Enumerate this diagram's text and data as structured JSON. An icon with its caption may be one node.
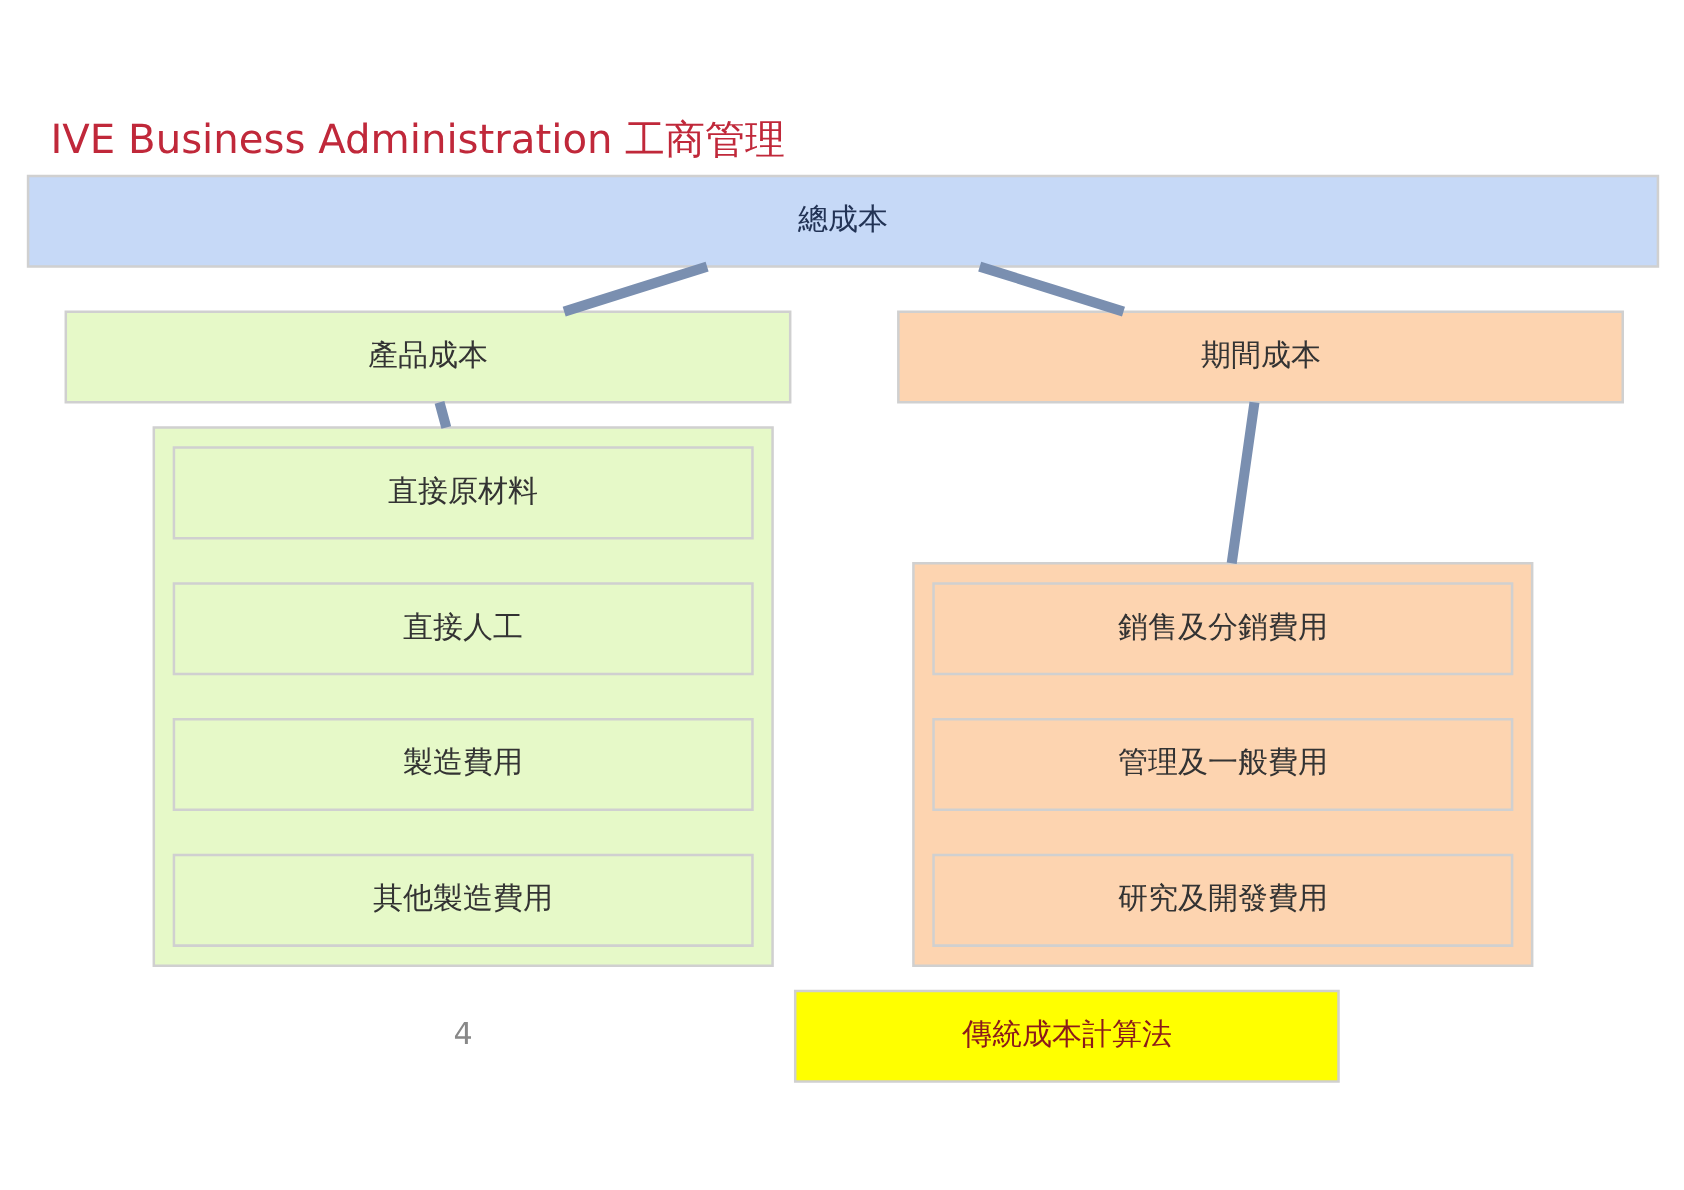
{
  "diagram": {
    "title": "IVE Business Administration 工商管理",
    "nodes": [
      {
        "text": [
          "總成本"
        ]
      },
      {
        "text": [
          "產品成本"
        ]
      },
      {
        "text": [
          "期間成本"
        ]
      },
      {
        "text": [],
        "shape": "box"
      },
      {
        "text": [
          "直接原材料"
        ],
        "in": 3
      },
      {
        "text": [
          "直接人工"
        ],
        "in": 3
      },
      {
        "text": [
          "製造費用"
        ],
        "in": 3
      },
      {
        "text": [
          "其他製造費用"
        ],
        "in": 3
      },
      {
        "text": [],
        "shape": "box"
      },
      {
        "text": [
          "銷售及分銷費用"
        ],
        "in": 8
      },
      {
        "text": [
          "管理及一般費用"
        ],
        "in": 8
      },
      {
        "text": [
          "研究及開發費用"
        ],
        "in": 8
      },
      {
        "text": [
          "傳統成本計算法"
        ]
      }
    ],
    "edges": [
      {
        "from": 0,
        "to": 1,
        "arrow": "none"
      },
      {
        "from": 0,
        "to": 2,
        "arrow": "none"
      },
      {
        "from": 1,
        "to": 3,
        "arrow": "none"
      },
      {
        "from": 2,
        "to": 8,
        "arrow": "none"
      }
    ],
    "labels": [
      "4"
    ]
  }
}
